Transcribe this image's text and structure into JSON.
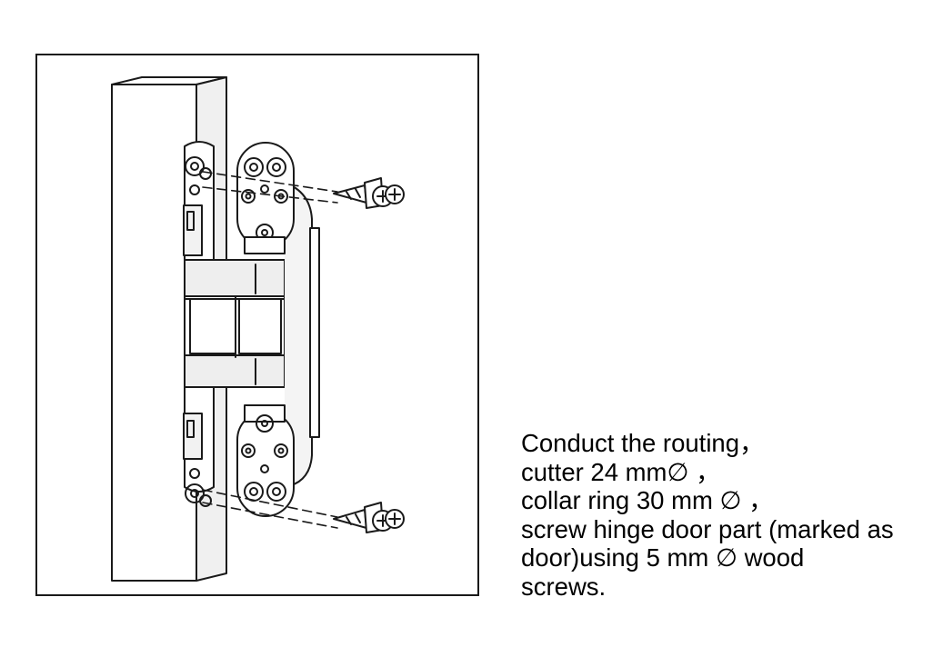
{
  "instructions": {
    "lines": [
      "Conduct the routing，",
      "cutter 24 mm∅ ，",
      "collar ring 30 mm ∅ ，",
      "screw hinge door part (marked as",
      "door)using 5 mm ∅ wood",
      "screws."
    ]
  },
  "figure": {
    "subject": "concealed-hinge-with-two-wood-screws",
    "stroke_color": "#1a1a1a",
    "fill_color": "#ffffff",
    "shade_color": "#e6e6e6"
  }
}
